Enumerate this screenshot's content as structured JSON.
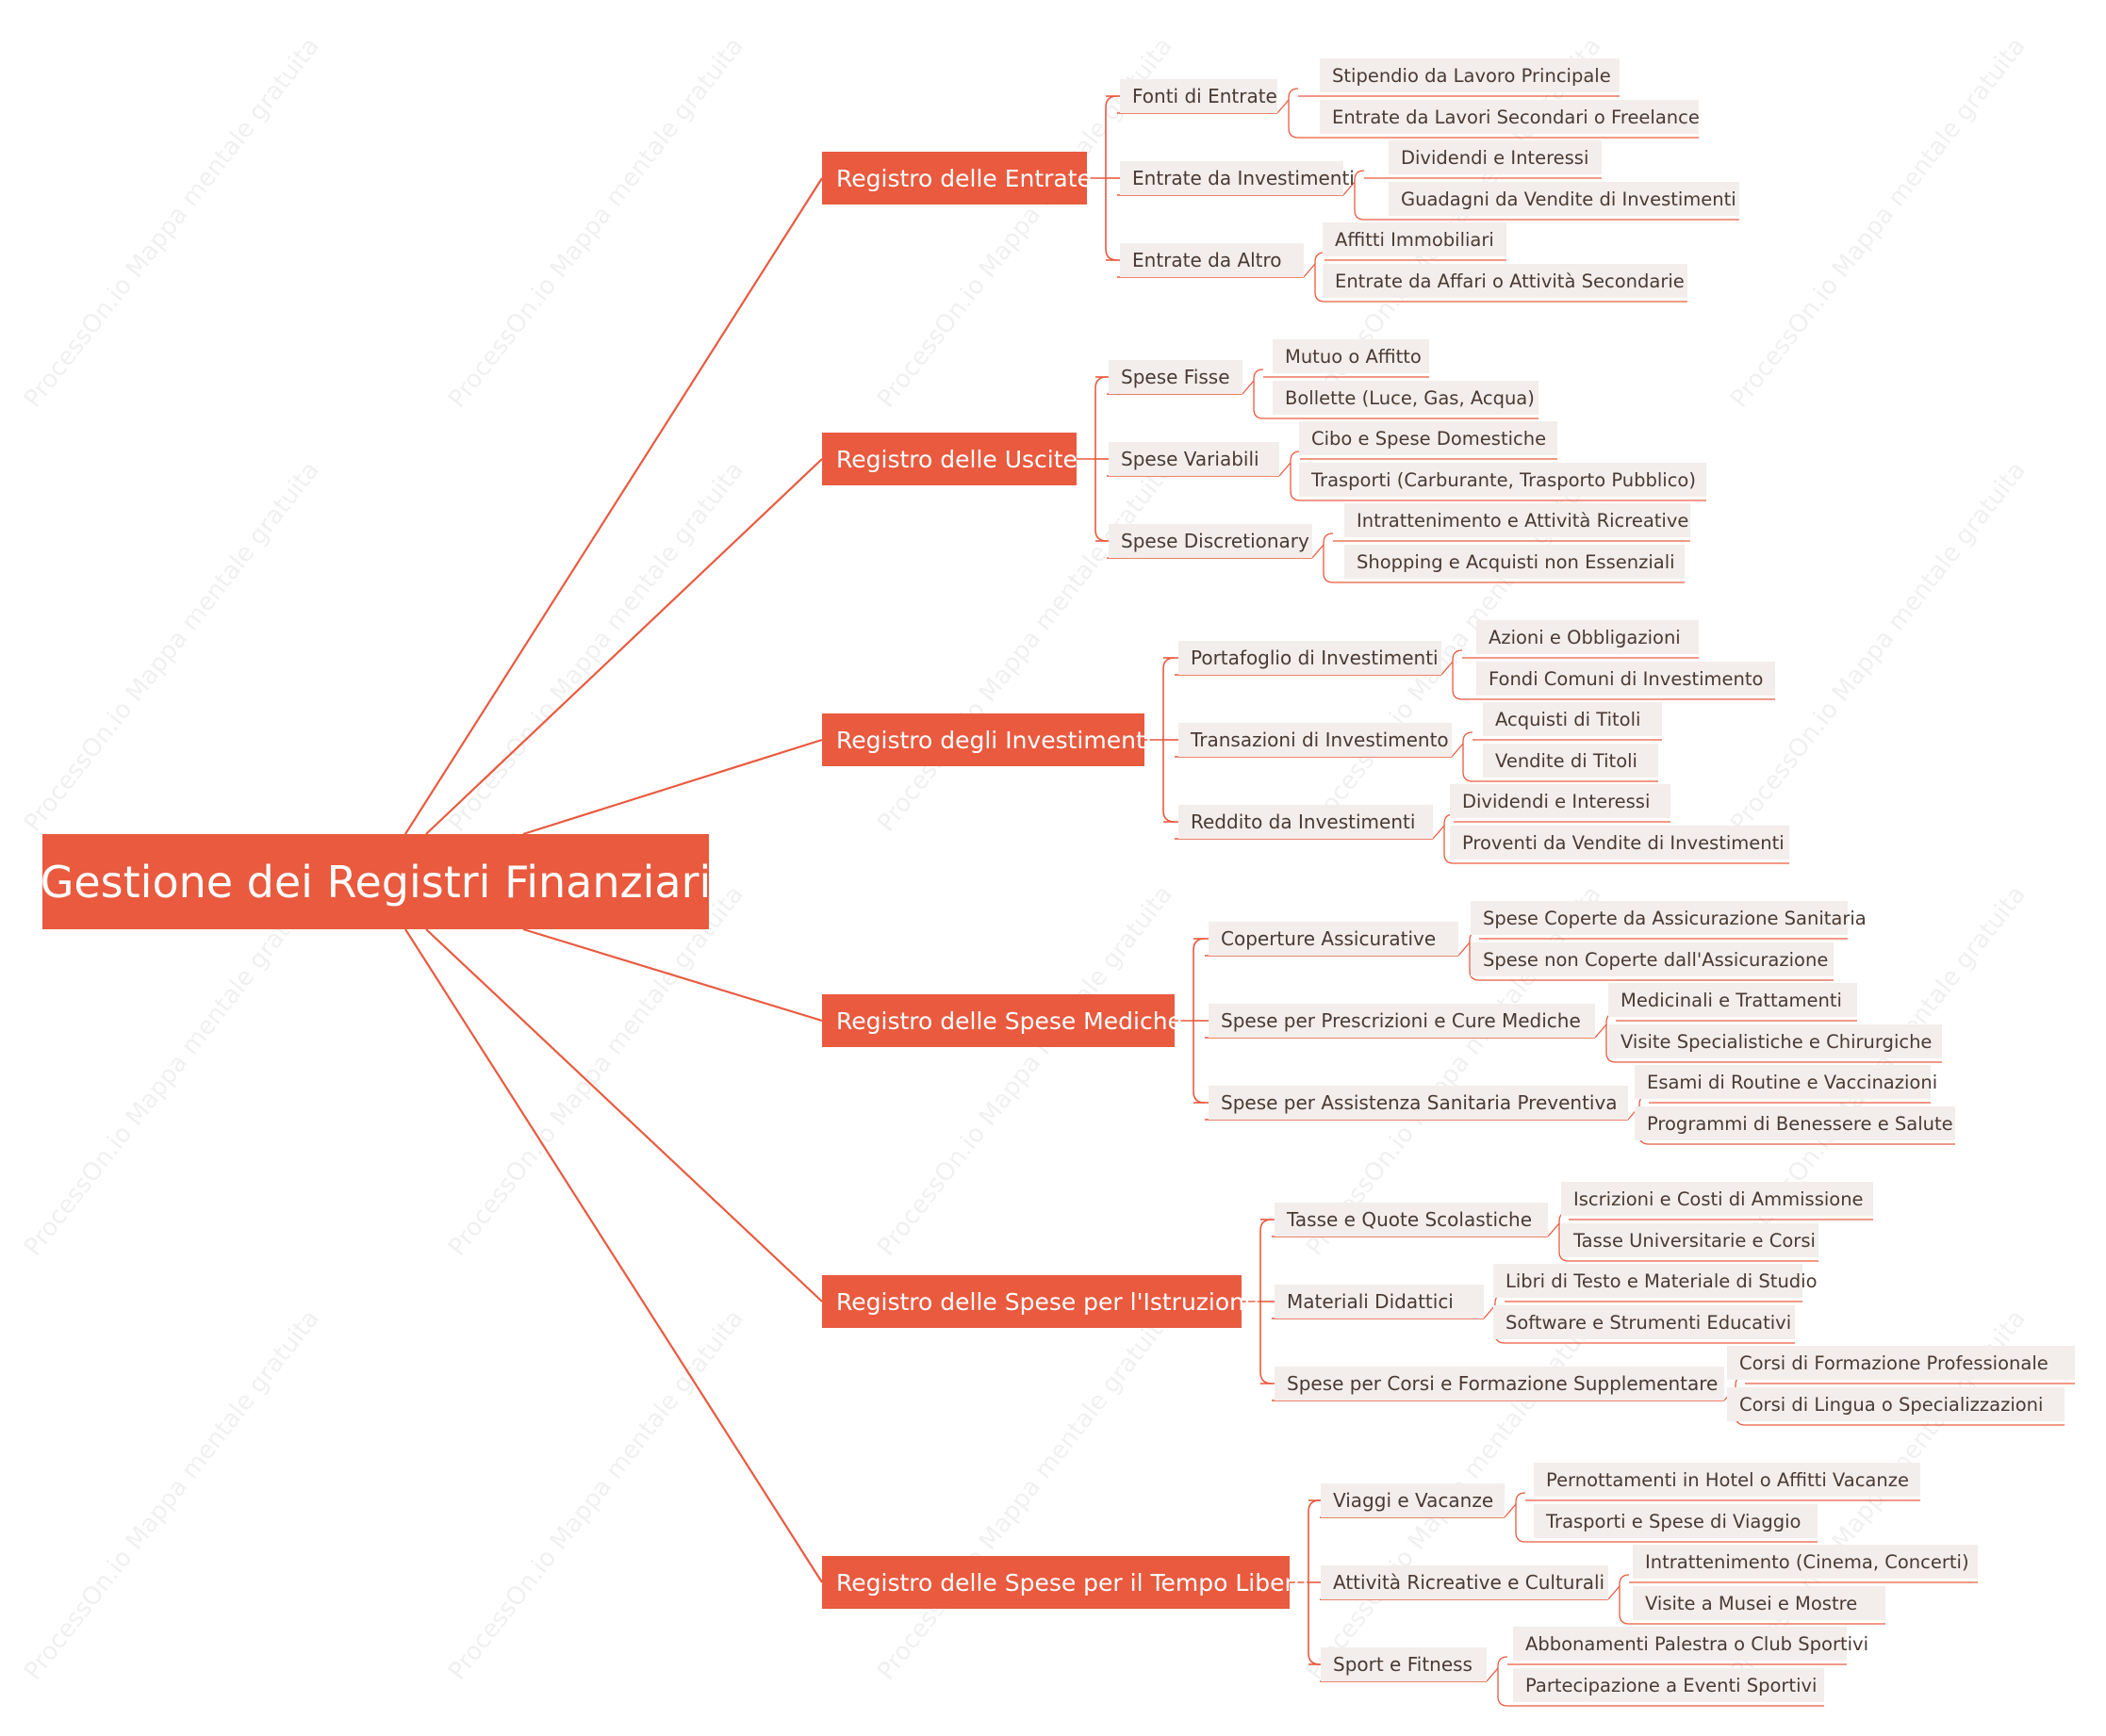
{
  "watermark": "ProcessOn.io Mappa mentale gratuita",
  "colors": {
    "accent": "#e95a3f",
    "node_bg": "#f3eeeb",
    "node_text": "#4a3a33"
  },
  "root": {
    "label": "Gestione dei Registri Finanziari"
  },
  "branches": [
    {
      "label": "Registro delle Entrate",
      "children": [
        {
          "label": "Fonti di Entrate",
          "children": [
            "Stipendio da Lavoro Principale",
            "Entrate da Lavori Secondari o Freelance"
          ]
        },
        {
          "label": "Entrate da Investimenti",
          "children": [
            "Dividendi e Interessi",
            "Guadagni da Vendite di Investimenti"
          ]
        },
        {
          "label": "Entrate da Altro",
          "children": [
            "Affitti Immobiliari",
            "Entrate da Affari o Attività Secondarie"
          ]
        }
      ]
    },
    {
      "label": "Registro delle Uscite",
      "children": [
        {
          "label": "Spese Fisse",
          "children": [
            "Mutuo o Affitto",
            "Bollette (Luce, Gas, Acqua)"
          ]
        },
        {
          "label": "Spese Variabili",
          "children": [
            "Cibo e Spese Domestiche",
            "Trasporti (Carburante, Trasporto Pubblico)"
          ]
        },
        {
          "label": "Spese Discretionary",
          "children": [
            "Intrattenimento e Attività Ricreative",
            "Shopping e Acquisti non Essenziali"
          ]
        }
      ]
    },
    {
      "label": "Registro degli Investimenti",
      "children": [
        {
          "label": "Portafoglio di Investimenti",
          "children": [
            "Azioni e Obbligazioni",
            "Fondi Comuni di Investimento"
          ]
        },
        {
          "label": "Transazioni di Investimento",
          "children": [
            "Acquisti di Titoli",
            "Vendite di Titoli"
          ]
        },
        {
          "label": "Reddito da Investimenti",
          "children": [
            "Dividendi e Interessi",
            "Proventi da Vendite di Investimenti"
          ]
        }
      ]
    },
    {
      "label": "Registro delle Spese Mediche",
      "children": [
        {
          "label": "Coperture Assicurative",
          "children": [
            "Spese Coperte da Assicurazione Sanitaria",
            "Spese non Coperte dall'Assicurazione"
          ]
        },
        {
          "label": "Spese per Prescrizioni e Cure Mediche",
          "children": [
            "Medicinali e Trattamenti",
            "Visite Specialistiche e Chirurgiche"
          ]
        },
        {
          "label": "Spese per Assistenza Sanitaria Preventiva",
          "children": [
            "Esami di Routine e Vaccinazioni",
            "Programmi di Benessere e Salute"
          ]
        }
      ]
    },
    {
      "label": "Registro delle Spese per l'Istruzione",
      "children": [
        {
          "label": "Tasse e Quote Scolastiche",
          "children": [
            "Iscrizioni e Costi di Ammissione",
            "Tasse Universitarie e Corsi"
          ]
        },
        {
          "label": "Materiali Didattici",
          "children": [
            "Libri di Testo e Materiale di Studio",
            "Software e Strumenti Educativi"
          ]
        },
        {
          "label": "Spese per Corsi e Formazione Supplementare",
          "children": [
            "Corsi di Formazione Professionale",
            "Corsi di Lingua o Specializzazioni"
          ]
        }
      ]
    },
    {
      "label": "Registro delle Spese per il Tempo Libero",
      "children": [
        {
          "label": "Viaggi e Vacanze",
          "children": [
            "Pernottamenti in Hotel o Affitti Vacanze",
            "Trasporti e Spese di Viaggio"
          ]
        },
        {
          "label": "Attività Ricreative e Culturali",
          "children": [
            "Intrattenimento (Cinema, Concerti)",
            "Visite a Musei e Mostre"
          ]
        },
        {
          "label": "Sport e Fitness",
          "children": [
            "Abbonamenti Palestra o Club Sportivi",
            "Partecipazione a Eventi Sportivi"
          ]
        }
      ]
    }
  ]
}
